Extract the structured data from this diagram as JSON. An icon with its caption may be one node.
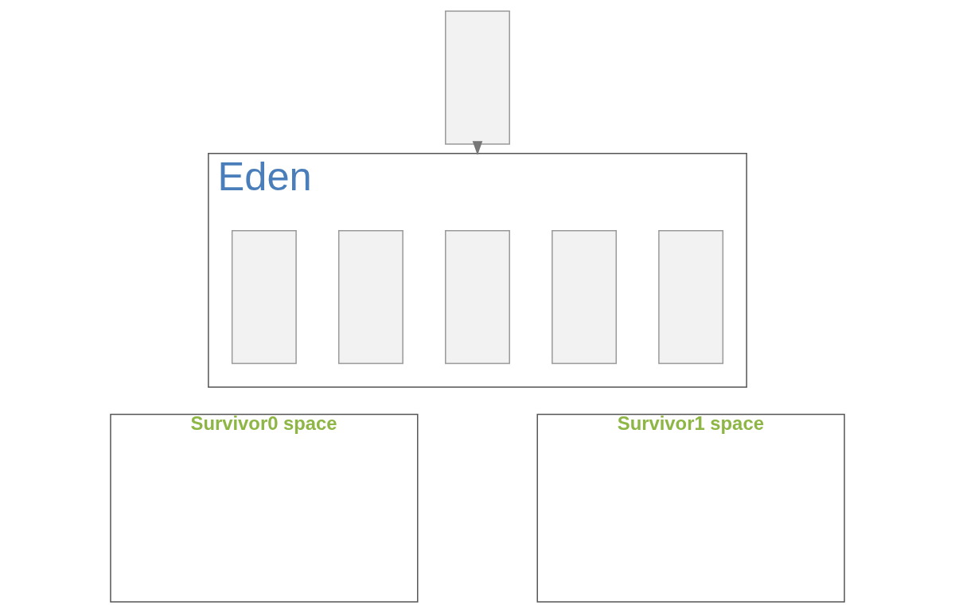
{
  "diagram": {
    "nodes": [
      {
        "text": [],
        "shape": "box"
      },
      {
        "text": [
          "Eden"
        ]
      },
      {
        "text": [],
        "shape": "box",
        "in": 1
      },
      {
        "text": [],
        "shape": "box",
        "in": 1
      },
      {
        "text": [],
        "shape": "box",
        "in": 1
      },
      {
        "text": [],
        "shape": "box",
        "in": 1
      },
      {
        "text": [],
        "shape": "box",
        "in": 1
      },
      {
        "text": [
          "Survivor0 space"
        ]
      },
      {
        "text": [
          "Survivor1 space"
        ]
      }
    ],
    "edges": [
      {
        "from": 0,
        "to": 1,
        "arrow": "to"
      }
    ]
  }
}
